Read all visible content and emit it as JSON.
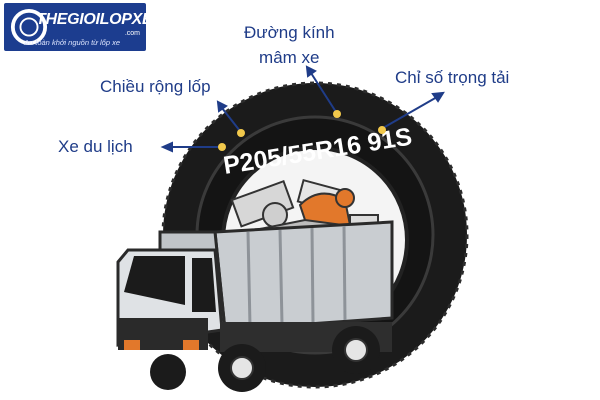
{
  "logo": {
    "name": "THEGIOILOPXE",
    "domain": ".com",
    "slogan": "An toàn khởi nguồn từ lốp xe"
  },
  "labels": {
    "passenger_car": "Xe du lịch",
    "tire_width": "Chiều rộng lốp",
    "rim_diameter": "Đường kính\nmâm xe",
    "load_index": "Chỉ số trọng tải"
  },
  "tire_code": "P205/55R16 91S",
  "colors": {
    "label_blue": "#1f3c88",
    "marker_yellow": "#f2c94c",
    "tire_dark": "#1b1b1b",
    "truck_gray": "#c9cdd1"
  }
}
